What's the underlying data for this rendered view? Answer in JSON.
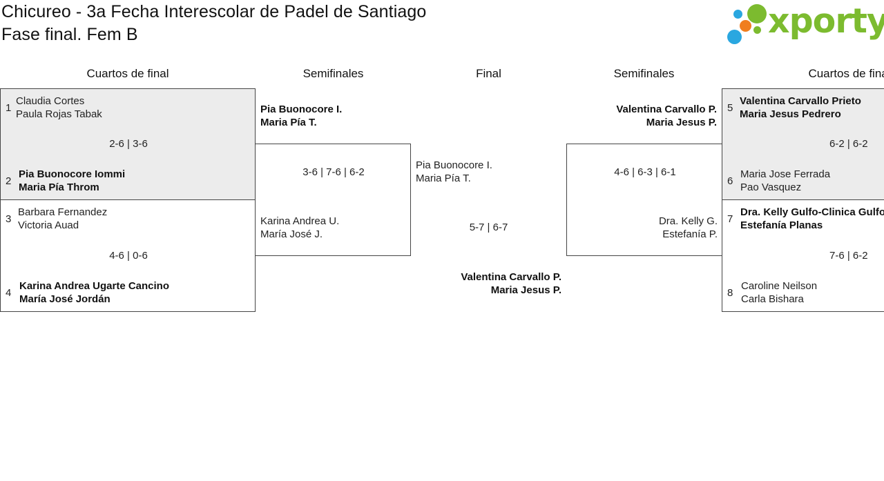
{
  "header": {
    "title": "Chicureo - 3a Fecha Interescolar de Padel de Santiago",
    "subtitle": "Fase final. Fem B",
    "logo_text": "xporty"
  },
  "colors": {
    "brand_green": "#7cbb2f",
    "brand_blue": "#2aa7e0",
    "brand_orange": "#f07e1e",
    "highlight_bg": "#ececec"
  },
  "columns": {
    "qf_left": "Cuartos de final",
    "sf_left": "Semifinales",
    "final": "Final",
    "sf_right": "Semifinales",
    "qf_right": "Cuartos de final"
  },
  "qf_left": [
    {
      "seed_a": "1",
      "team_a": [
        "Claudia Cortes",
        "Paula Rojas Tabak"
      ],
      "score": "2-6 | 3-6",
      "seed_b": "2",
      "team_b": [
        "Pia Buonocore Iommi",
        "Maria Pía Throm"
      ],
      "winner": "b",
      "highlight": true
    },
    {
      "seed_a": "3",
      "team_a": [
        "Barbara Fernandez",
        "Victoria Auad"
      ],
      "score": "4-6 | 0-6",
      "seed_b": "4",
      "team_b": [
        "Karina Andrea Ugarte Cancino",
        "María José Jordán"
      ],
      "winner": "b",
      "highlight": false
    }
  ],
  "qf_right": [
    {
      "seed_a": "5",
      "team_a": [
        "Valentina Carvallo Prieto",
        "Maria Jesus Pedrero"
      ],
      "score": "6-2 | 6-2",
      "seed_b": "6",
      "team_b": [
        "Maria Jose Ferrada",
        "Pao Vasquez"
      ],
      "winner": "a",
      "highlight": true
    },
    {
      "seed_a": "7",
      "team_a": [
        "Dra. Kelly Gulfo-Clinica Gulfo",
        "Estefanía Planas"
      ],
      "score": "7-6 | 6-2",
      "seed_b": "8",
      "team_b": [
        "Caroline Neilson",
        "Carla Bishara"
      ],
      "winner": "a",
      "highlight": false
    }
  ],
  "sf_left": {
    "team_a": [
      "Pia Buonocore I.",
      "Maria Pía T."
    ],
    "score": "3-6 | 7-6 | 6-2",
    "team_b": [
      "Karina Andrea U.",
      "María José J."
    ],
    "winner": "a"
  },
  "sf_right": {
    "team_a": [
      "Valentina Carvallo P.",
      "Maria Jesus P."
    ],
    "score": "4-6 | 6-3 | 6-1",
    "team_b": [
      "Dra. Kelly G.",
      "Estefanía P."
    ],
    "winner": "a"
  },
  "final": {
    "team_a": [
      "Pia Buonocore I.",
      "Maria Pía T."
    ],
    "score": "5-7 | 6-7",
    "team_b": [
      "Valentina Carvallo P.",
      "Maria Jesus P."
    ],
    "winner": "b"
  }
}
